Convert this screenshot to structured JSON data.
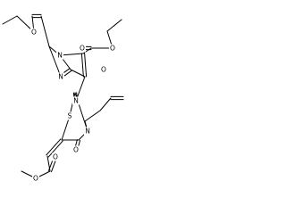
{
  "molecule": {
    "atoms": [
      {
        "id": "a1",
        "element": "O",
        "label": "O"
      },
      {
        "id": "a2",
        "element": "O",
        "label": "O"
      },
      {
        "id": "a3",
        "element": "N",
        "label": "N"
      },
      {
        "id": "a4",
        "element": "O",
        "label": "O"
      },
      {
        "id": "a5",
        "element": "O",
        "label": "O"
      },
      {
        "id": "a6",
        "element": "N",
        "label": "N"
      },
      {
        "id": "a7",
        "element": "N",
        "label": "N"
      },
      {
        "id": "a8",
        "element": "S",
        "label": "S"
      },
      {
        "id": "a9",
        "element": "N",
        "label": "N"
      },
      {
        "id": "a10",
        "element": "O",
        "label": "O"
      },
      {
        "id": "a11",
        "element": "O",
        "label": "O"
      },
      {
        "id": "a12",
        "element": "O",
        "label": "O"
      }
    ]
  }
}
